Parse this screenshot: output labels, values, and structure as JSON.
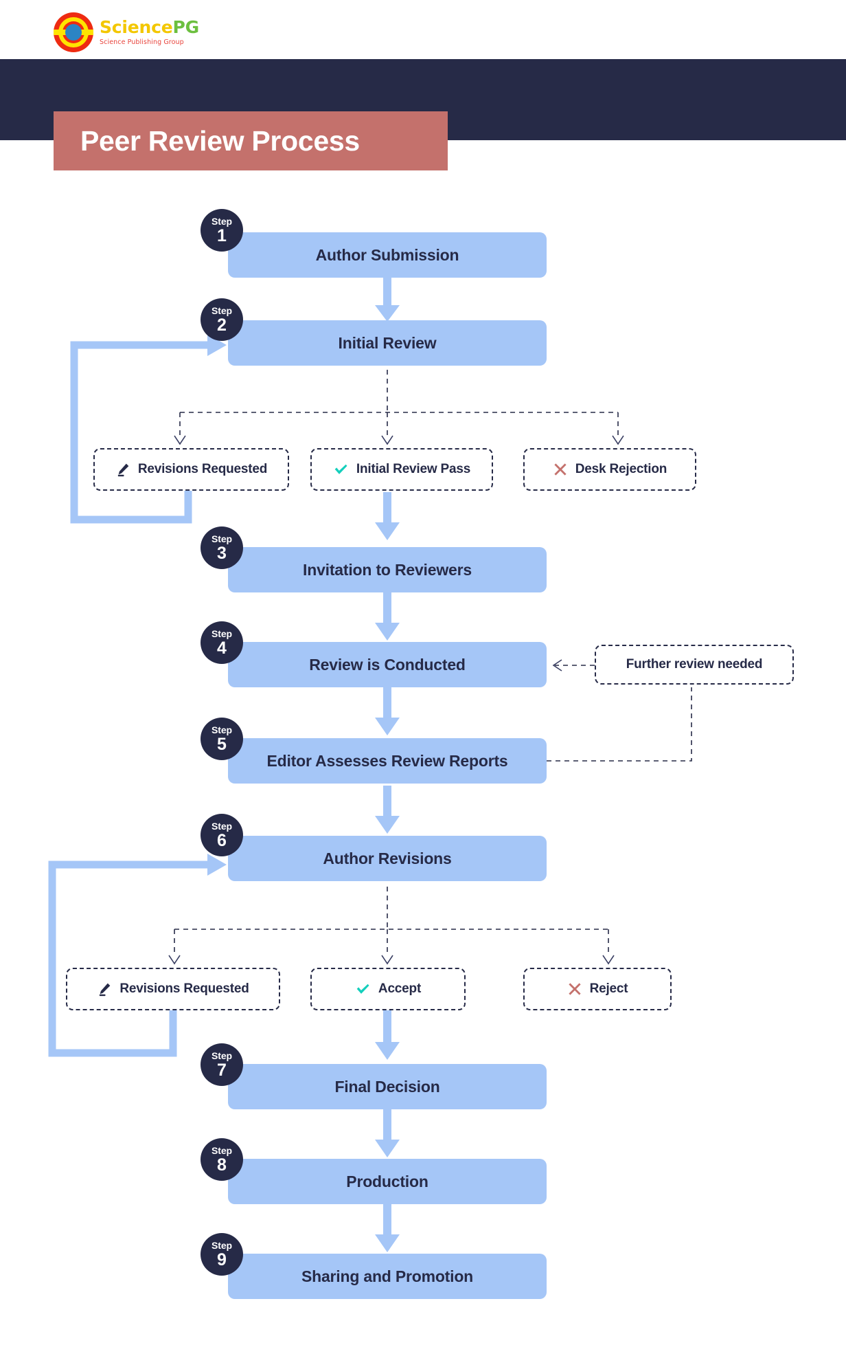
{
  "brand": {
    "name": "SciencePG",
    "name_part1": "Science",
    "name_part2": "PG",
    "tagline": "Science Publishing Group",
    "logo_icon": "sciencepg-logo-icon"
  },
  "header": {
    "title": "Peer Review Process",
    "band_color": "#262a47",
    "chip_color": "#c4716c",
    "title_color": "#ffffff"
  },
  "colors": {
    "step_box": "#a5c6f7",
    "step_badge": "#262a47",
    "arrow": "#a5c6f7",
    "dashed": "#262a47",
    "accept_icon": "#14cfbc",
    "reject_icon": "#c4716c",
    "text": "#262a47"
  },
  "step_word": "Step",
  "steps": [
    {
      "number": "1",
      "label": "Author Submission"
    },
    {
      "number": "2",
      "label": "Initial Review"
    },
    {
      "number": "3",
      "label": "Invitation to Reviewers"
    },
    {
      "number": "4",
      "label": "Review is Conducted"
    },
    {
      "number": "5",
      "label": "Editor Assesses Review Reports"
    },
    {
      "number": "6",
      "label": "Author Revisions"
    },
    {
      "number": "7",
      "label": "Final Decision"
    },
    {
      "number": "8",
      "label": "Production"
    },
    {
      "number": "9",
      "label": "Sharing and Promotion"
    }
  ],
  "branch_one": {
    "source_step": "2",
    "outcomes": [
      {
        "label": "Revisions Requested",
        "icon": "pencil-icon",
        "icon_color": "#262a47"
      },
      {
        "label": "Initial Review Pass",
        "icon": "check-icon",
        "icon_color": "#14cfbc"
      },
      {
        "label": "Desk Rejection",
        "icon": "cross-icon",
        "icon_color": "#c4716c"
      }
    ]
  },
  "branch_two": {
    "source_step": "6",
    "outcomes": [
      {
        "label": "Revisions Requested",
        "icon": "pencil-icon",
        "icon_color": "#262a47"
      },
      {
        "label": "Accept",
        "icon": "check-icon",
        "icon_color": "#14cfbc"
      },
      {
        "label": "Reject",
        "icon": "cross-icon",
        "icon_color": "#c4716c"
      }
    ]
  },
  "side_note": {
    "label": "Further review needed",
    "from_step": "5",
    "to_step": "4"
  },
  "chart_data": {
    "type": "diagram",
    "title": "Peer Review Process",
    "nodes": [
      {
        "id": "s1",
        "kind": "step",
        "index": 1,
        "label": "Author Submission"
      },
      {
        "id": "s2",
        "kind": "step",
        "index": 2,
        "label": "Initial Review"
      },
      {
        "id": "o1a",
        "kind": "outcome",
        "label": "Revisions Requested"
      },
      {
        "id": "o1b",
        "kind": "outcome",
        "label": "Initial Review Pass"
      },
      {
        "id": "o1c",
        "kind": "outcome",
        "label": "Desk Rejection"
      },
      {
        "id": "s3",
        "kind": "step",
        "index": 3,
        "label": "Invitation to Reviewers"
      },
      {
        "id": "s4",
        "kind": "step",
        "index": 4,
        "label": "Review is Conducted"
      },
      {
        "id": "note",
        "kind": "note",
        "label": "Further review needed"
      },
      {
        "id": "s5",
        "kind": "step",
        "index": 5,
        "label": "Editor Assesses Review Reports"
      },
      {
        "id": "s6",
        "kind": "step",
        "index": 6,
        "label": "Author Revisions"
      },
      {
        "id": "o2a",
        "kind": "outcome",
        "label": "Revisions Requested"
      },
      {
        "id": "o2b",
        "kind": "outcome",
        "label": "Accept"
      },
      {
        "id": "o2c",
        "kind": "outcome",
        "label": "Reject"
      },
      {
        "id": "s7",
        "kind": "step",
        "index": 7,
        "label": "Final Decision"
      },
      {
        "id": "s8",
        "kind": "step",
        "index": 8,
        "label": "Production"
      },
      {
        "id": "s9",
        "kind": "step",
        "index": 9,
        "label": "Sharing and Promotion"
      }
    ],
    "edges": [
      {
        "from": "s1",
        "to": "s2",
        "style": "solid"
      },
      {
        "from": "s2",
        "to": "o1a",
        "style": "dashed"
      },
      {
        "from": "s2",
        "to": "o1b",
        "style": "dashed"
      },
      {
        "from": "s2",
        "to": "o1c",
        "style": "dashed"
      },
      {
        "from": "o1a",
        "to": "s2",
        "style": "solid-loop"
      },
      {
        "from": "o1b",
        "to": "s3",
        "style": "solid"
      },
      {
        "from": "s3",
        "to": "s4",
        "style": "solid"
      },
      {
        "from": "s4",
        "to": "s5",
        "style": "solid"
      },
      {
        "from": "s5",
        "to": "note",
        "style": "dashed"
      },
      {
        "from": "note",
        "to": "s4",
        "style": "dashed"
      },
      {
        "from": "s5",
        "to": "s6",
        "style": "solid"
      },
      {
        "from": "s6",
        "to": "o2a",
        "style": "dashed"
      },
      {
        "from": "s6",
        "to": "o2b",
        "style": "dashed"
      },
      {
        "from": "s6",
        "to": "o2c",
        "style": "dashed"
      },
      {
        "from": "o2a",
        "to": "s6",
        "style": "solid-loop"
      },
      {
        "from": "o2b",
        "to": "s7",
        "style": "solid"
      },
      {
        "from": "s7",
        "to": "s8",
        "style": "solid"
      },
      {
        "from": "s8",
        "to": "s9",
        "style": "solid"
      }
    ]
  }
}
